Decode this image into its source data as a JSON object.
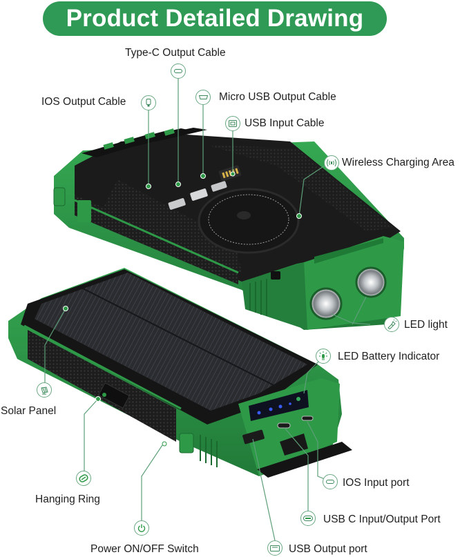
{
  "title": "Product Detailed Drawing",
  "colors": {
    "banner": "#2f9a56",
    "body_green": "#2e9a48",
    "dark_green": "#1f7a35",
    "casing_black": "#1c1c1c",
    "leader_line": "#5d9f78",
    "indicator_blue": "#2a4dff"
  },
  "callouts": {
    "type_c_output_cable": {
      "label": "Type-C Output Cable",
      "icon": "usb-c-plug-icon"
    },
    "ios_output_cable": {
      "label": "IOS Output Cable",
      "icon": "lightning-plug-icon"
    },
    "micro_usb_output_cable": {
      "label": "Micro USB Output Cable",
      "icon": "micro-usb-plug-icon"
    },
    "usb_input_cable": {
      "label": "USB Input Cable",
      "icon": "usb-a-plug-icon"
    },
    "wireless_charging_area": {
      "label": "Wireless Charging Area",
      "icon": "wireless-signal-icon"
    },
    "led_light": {
      "label": "LED light",
      "icon": "flashlight-icon"
    },
    "led_battery_indicator": {
      "label": "LED Battery Indicator",
      "icon": "led-bulb-icon"
    },
    "solar_panel": {
      "label": "Solar Panel",
      "icon": "solar-panel-icon"
    },
    "hanging_ring": {
      "label": "Hanging Ring",
      "icon": "carabiner-icon"
    },
    "ios_input_port": {
      "label": "IOS Input port",
      "icon": "lightning-port-icon"
    },
    "usb_c_input_output_port": {
      "label": "USB C Input/Output Port",
      "icon": "usb-c-port-icon"
    },
    "power_switch": {
      "label": "Power ON/OFF Switch",
      "icon": "power-icon"
    },
    "usb_output_port": {
      "label": "USB Output port",
      "icon": "usb-a-port-icon"
    }
  },
  "product": {
    "battery_indicator_leds": 4,
    "flashlight_leds": 2,
    "built_in_cables": 4
  }
}
